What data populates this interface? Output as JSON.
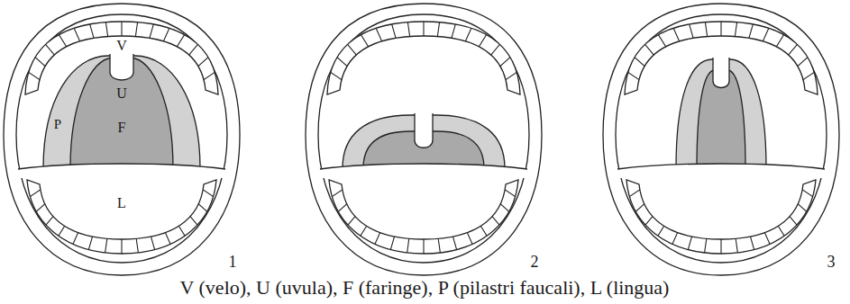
{
  "diagram": {
    "caption": "V (velo), U (uvula), F (faringe), P (pilastri faucali), L (lingua)",
    "labels": [
      "V",
      "U",
      "P",
      "F",
      "L",
      "1",
      "2",
      "3"
    ]
  }
}
